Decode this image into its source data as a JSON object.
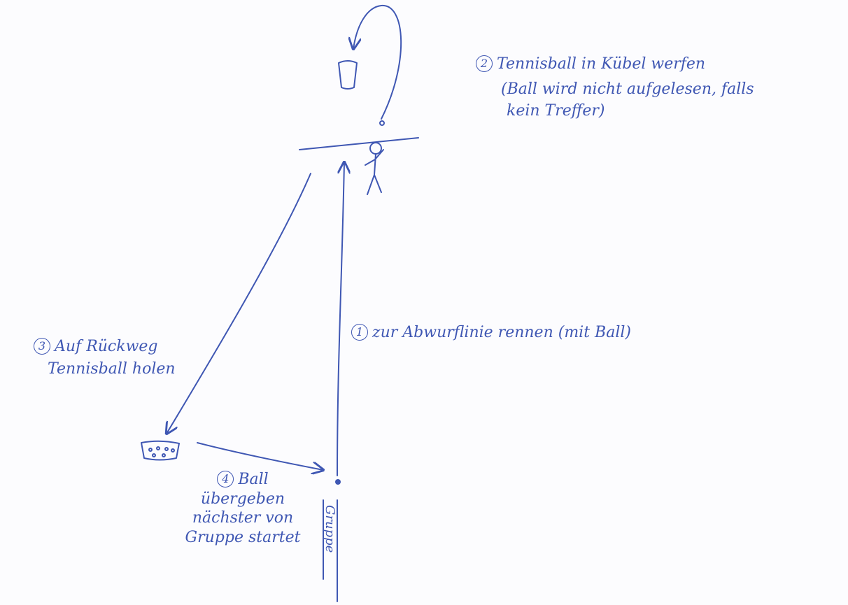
{
  "steps": [
    {
      "number": "1",
      "text": "zur Abwurflinie rennen (mit Ball)"
    },
    {
      "number": "2",
      "line1": "Tennisball in Kübel werfen",
      "line2": "(Ball wird nicht aufgelesen, falls",
      "line3": "kein Treffer)"
    },
    {
      "number": "3",
      "line1": "Auf Rückweg",
      "line2": "Tennisball holen"
    },
    {
      "number": "4",
      "line1": "Ball",
      "line2": "übergeben",
      "line3": "nächster von",
      "line4": "Gruppe startet"
    }
  ],
  "group_label": "Gruppe",
  "ink_color": "#3f57b3"
}
